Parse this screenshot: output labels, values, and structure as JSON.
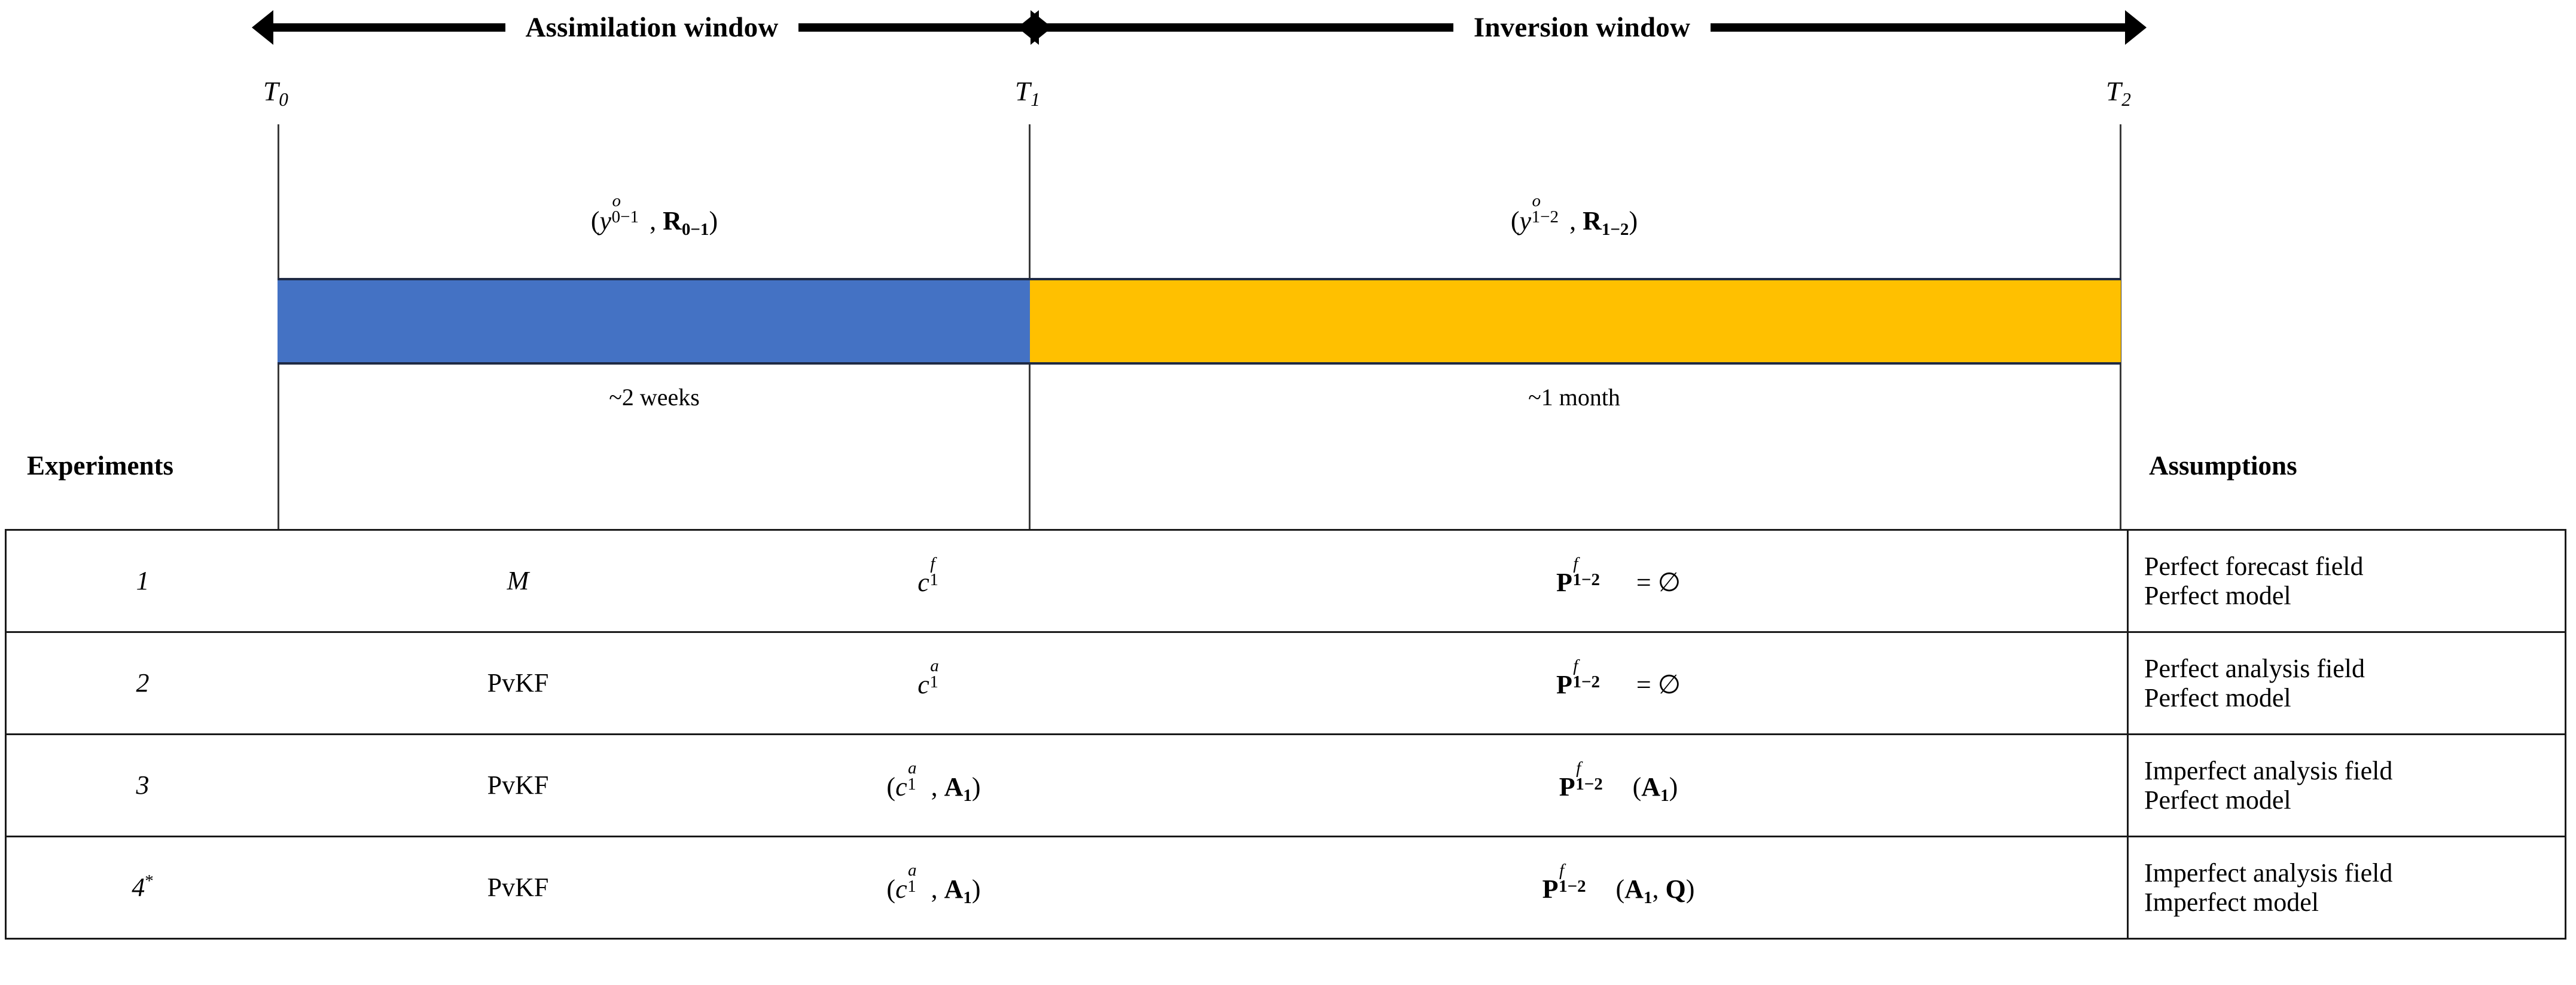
{
  "figure": {
    "type": "timeline-experiment-table",
    "background": "#ffffff"
  },
  "windows": [
    {
      "id": "assimilation",
      "label": "Assimilation window"
    },
    {
      "id": "inversion",
      "label": "Inversion window"
    }
  ],
  "time_axis": {
    "ticks": [
      {
        "id": "T0",
        "base": "T",
        "sub": "0"
      },
      {
        "id": "T1",
        "base": "T",
        "sub": "1"
      },
      {
        "id": "T2",
        "base": "T",
        "sub": "2"
      }
    ]
  },
  "observations": [
    {
      "id": "obs-assimilation",
      "open": "(",
      "y_base": "y",
      "y_sup": "o",
      "y_sub": "0−1",
      "comma": ", ",
      "R_base": "R",
      "R_sub": "0−1",
      "close": ")"
    },
    {
      "id": "obs-inversion",
      "open": "(",
      "y_base": "y",
      "y_sup": "o",
      "y_sub": "1−2",
      "comma": ", ",
      "R_base": "R",
      "R_sub": "1−2",
      "close": ")"
    }
  ],
  "bars": [
    {
      "id": "assimilation-bar",
      "color": "#4472C4",
      "duration": "~2 weeks"
    },
    {
      "id": "inversion-bar",
      "color": "#FFC000",
      "duration": "~1 month"
    }
  ],
  "headers": {
    "experiments": "Experiments",
    "assumptions": "Assumptions"
  },
  "rows": [
    {
      "number": "1",
      "number_sup": "",
      "method": "M",
      "method_italic": true,
      "state": {
        "base": "c",
        "sup": "f",
        "sub": "1",
        "parens": false
      },
      "covariance": {
        "base": "P",
        "sup": "f",
        "sub": "1−2",
        "relation": " = ",
        "value": "∅"
      },
      "assumptions": [
        "Perfect forecast field",
        "Perfect model"
      ]
    },
    {
      "number": "2",
      "number_sup": "",
      "method": "PvKF",
      "method_italic": false,
      "state": {
        "base": "c",
        "sup": "a",
        "sub": "1",
        "parens": false
      },
      "covariance": {
        "base": "P",
        "sup": "f",
        "sub": "1−2",
        "relation": " = ",
        "value": "∅"
      },
      "assumptions": [
        "Perfect analysis field",
        "Perfect model"
      ]
    },
    {
      "number": "3",
      "number_sup": "",
      "method": "PvKF",
      "method_italic": false,
      "state": {
        "base": "c",
        "sup": "a",
        "sub": "1",
        "parens": true,
        "second_base": "A",
        "second_sub": "1"
      },
      "covariance": {
        "base": "P",
        "sup": "f",
        "sub": "1−2",
        "relation": "",
        "value": "(A₁)",
        "args": [
          {
            "base": "A",
            "sub": "1"
          }
        ]
      },
      "assumptions": [
        "Imperfect analysis field",
        "Perfect model"
      ]
    },
    {
      "number": "4",
      "number_sup": "*",
      "method": "PvKF",
      "method_italic": false,
      "state": {
        "base": "c",
        "sup": "a",
        "sub": "1",
        "parens": true,
        "second_base": "A",
        "second_sub": "1"
      },
      "covariance": {
        "base": "P",
        "sup": "f",
        "sub": "1−2",
        "relation": "",
        "value": "(A₁, Q)",
        "args": [
          {
            "base": "A",
            "sub": "1"
          },
          {
            "base": "Q",
            "sub": ""
          }
        ]
      },
      "assumptions": [
        "Imperfect analysis field",
        "Imperfect model"
      ]
    }
  ]
}
